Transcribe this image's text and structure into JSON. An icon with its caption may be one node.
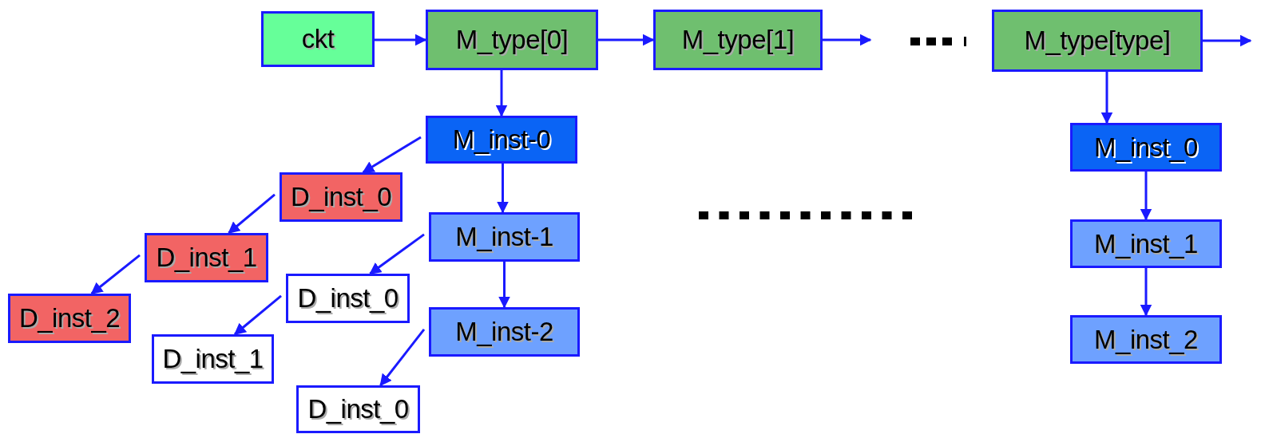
{
  "diagram": {
    "nodes": [
      {
        "text": [
          "ckt"
        ]
      },
      {
        "text": [
          "M_type[0]"
        ]
      },
      {
        "text": [
          "M_type[1]"
        ]
      },
      {
        "text": [
          "M_type[type]"
        ]
      },
      {
        "text": [
          "M_inst-0"
        ]
      },
      {
        "text": [
          "D_inst_0"
        ]
      },
      {
        "text": [
          "D_inst_1"
        ]
      },
      {
        "text": [
          "D_inst_2"
        ]
      },
      {
        "text": [
          "M_inst-1"
        ]
      },
      {
        "text": [
          "D_inst_0"
        ]
      },
      {
        "text": [
          "D_inst_1"
        ]
      },
      {
        "text": [
          "M_inst-2"
        ]
      },
      {
        "text": [
          "D_inst_0"
        ]
      },
      {
        "text": [
          "M_inst_0"
        ]
      },
      {
        "text": [
          "M_inst_1"
        ]
      },
      {
        "text": [
          "M_inst_2"
        ]
      }
    ],
    "edges": [
      {
        "from": 0,
        "to": 1,
        "arrow": "to"
      },
      {
        "from": 1,
        "to": 2,
        "arrow": "to"
      },
      {
        "from": 2,
        "to": null,
        "arrow": "to"
      },
      {
        "from": 3,
        "to": null,
        "arrow": "to"
      },
      {
        "from": 1,
        "to": 4,
        "arrow": "to"
      },
      {
        "from": 4,
        "to": 5,
        "arrow": "to"
      },
      {
        "from": 5,
        "to": 6,
        "arrow": "to"
      },
      {
        "from": 6,
        "to": 7,
        "arrow": "to"
      },
      {
        "from": 4,
        "to": 8,
        "arrow": "to"
      },
      {
        "from": 8,
        "to": 9,
        "arrow": "to"
      },
      {
        "from": 9,
        "to": 10,
        "arrow": "to"
      },
      {
        "from": 8,
        "to": 11,
        "arrow": "to"
      },
      {
        "from": 11,
        "to": 12,
        "arrow": "to"
      },
      {
        "from": 3,
        "to": 13,
        "arrow": "to"
      },
      {
        "from": 13,
        "to": 14,
        "arrow": "to"
      },
      {
        "from": 14,
        "to": 15,
        "arrow": "to"
      }
    ]
  }
}
